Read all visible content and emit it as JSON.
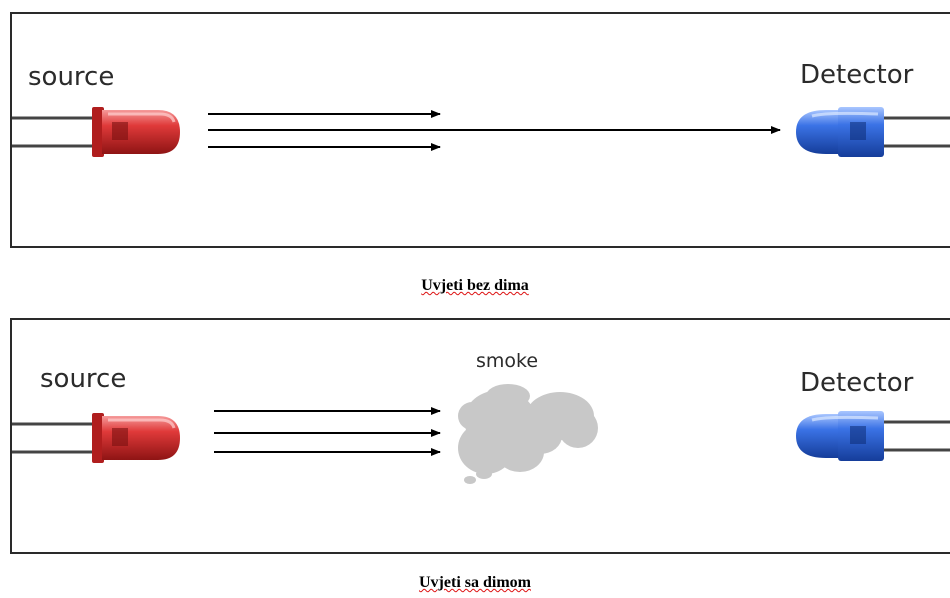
{
  "panels": [
    {
      "source_label": "source",
      "detector_label": "Detector",
      "caption": "Uvjeti bez dima"
    },
    {
      "source_label": "source",
      "detector_label": "Detector",
      "smoke_label": "smoke",
      "caption": "Uvjeti sa dimom"
    }
  ],
  "colors": {
    "source_led": "#d42a2a",
    "detector_led": "#2f63d6",
    "smoke": "#c8c8c8",
    "arrow": "#000000",
    "border": "#2a2a2a"
  },
  "icons": [
    "red-led-icon",
    "blue-led-icon",
    "smoke-cloud-icon",
    "arrow-icon"
  ]
}
